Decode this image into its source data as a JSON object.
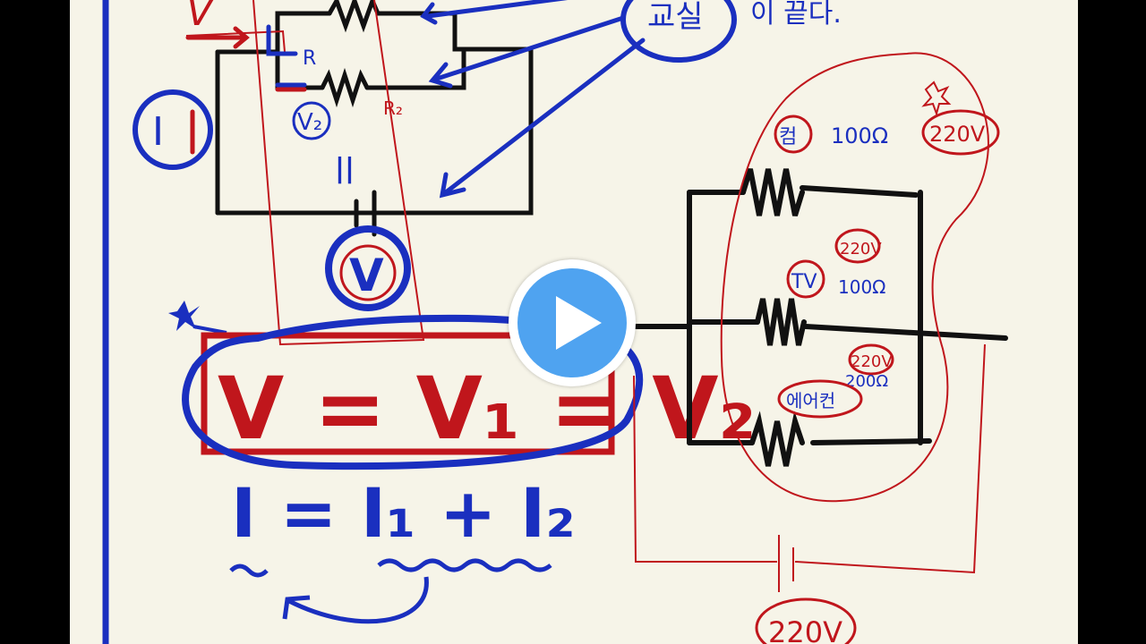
{
  "video": {
    "play_icon": "play-icon"
  },
  "colors": {
    "board_bg": "#f6f4e8",
    "blue_ink": "#1a2fbf",
    "red_ink": "#c0161c",
    "black_ink": "#111111",
    "play_blue": "#4fa3f0"
  },
  "board": {
    "top_label_v": "V",
    "label_r1": "R",
    "label_r2": "R₂",
    "label_v2": "V₂",
    "label_equal_mark": "||",
    "label_i": "I",
    "voltmeter_label": "V",
    "korean_note": "교실",
    "korean_note_2": "이 끝다.",
    "formula_v": "V = V₁ = V₂",
    "formula_i": "I  =  I₁ + I₂",
    "appliance_1": "컴",
    "appliance_1_resistance": "100Ω",
    "appliance_1_voltage": "220V",
    "appliance_2": "TV",
    "appliance_2_resistance": "100Ω",
    "appliance_2_voltage": "220V",
    "appliance_3": "에어컨",
    "appliance_3_resistance": "200Ω",
    "appliance_3_voltage": "220V",
    "source_voltage": "220V"
  }
}
